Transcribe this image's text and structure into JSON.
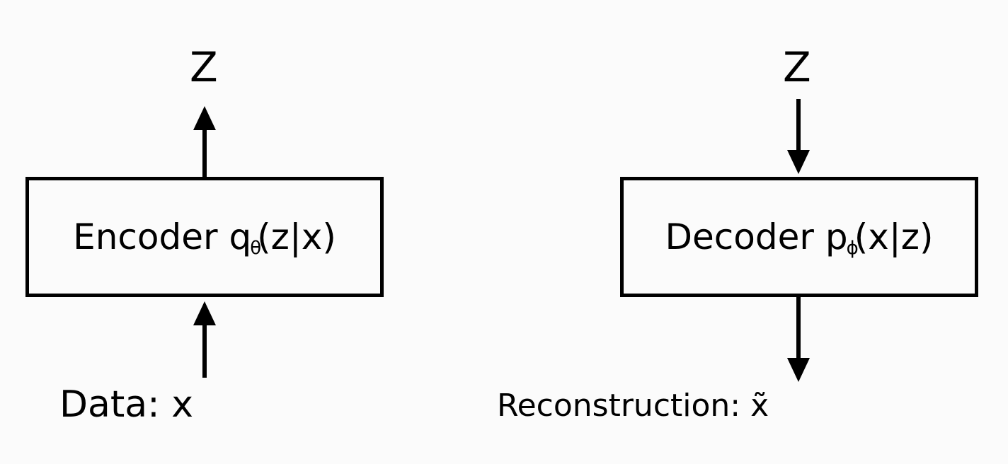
{
  "encoder": {
    "latent": "Z",
    "name": "Encoder",
    "func": "q",
    "subscript": "θ",
    "args": "(z|x)",
    "input_label": "Data: x"
  },
  "decoder": {
    "latent": "Z",
    "name": "Decoder",
    "func": "p",
    "subscript": "ϕ",
    "args": "(x|z)",
    "output_label": "Reconstruction: x̃"
  }
}
